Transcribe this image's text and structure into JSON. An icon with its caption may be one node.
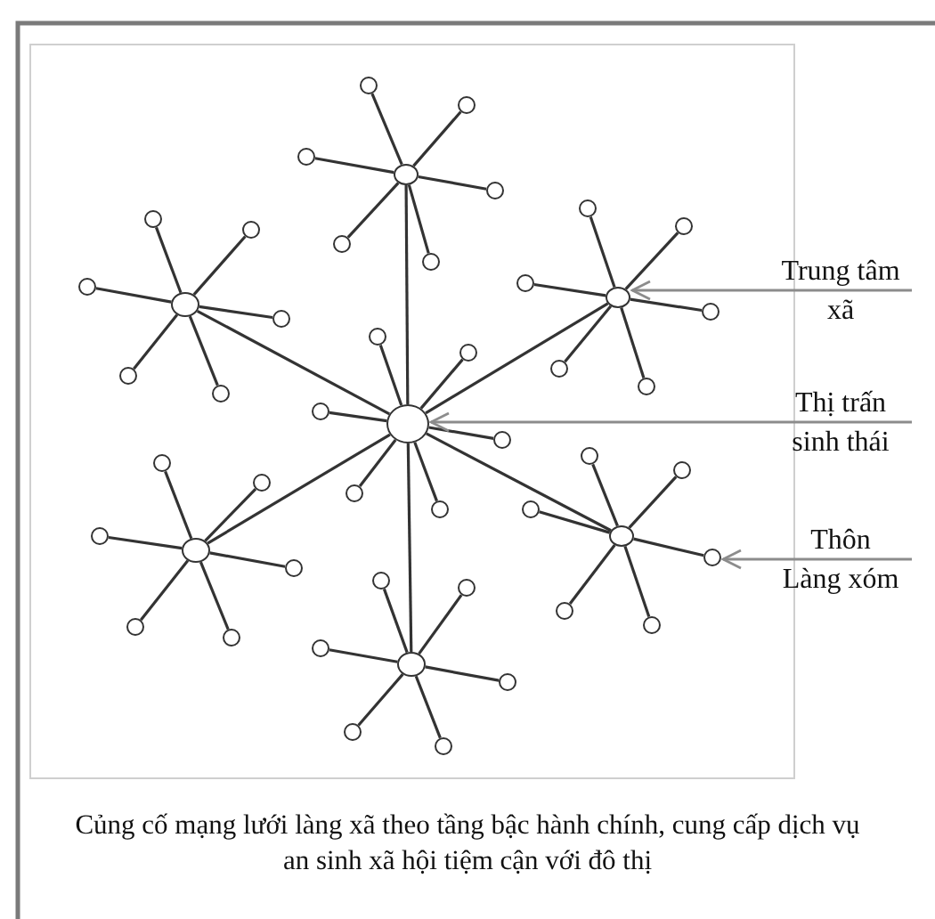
{
  "diagram": {
    "nodes": [
      {
        "text": [],
        "shape": "circle"
      },
      {
        "text": [],
        "shape": "circle"
      },
      {
        "text": [],
        "shape": "circle"
      },
      {
        "text": [],
        "shape": "circle"
      },
      {
        "text": [],
        "shape": "circle"
      },
      {
        "text": [],
        "shape": "circle"
      },
      {
        "text": [],
        "shape": "circle"
      },
      {
        "text": [],
        "shape": "circle"
      },
      {
        "text": [],
        "shape": "circle"
      },
      {
        "text": [],
        "shape": "circle"
      },
      {
        "text": [],
        "shape": "circle"
      },
      {
        "text": [],
        "shape": "circle"
      },
      {
        "text": [],
        "shape": "circle"
      },
      {
        "text": [],
        "shape": "circle"
      },
      {
        "text": [],
        "shape": "circle"
      },
      {
        "text": [],
        "shape": "circle"
      },
      {
        "text": [],
        "shape": "circle"
      },
      {
        "text": [],
        "shape": "circle"
      },
      {
        "text": [],
        "shape": "circle"
      },
      {
        "text": [],
        "shape": "circle"
      },
      {
        "text": [],
        "shape": "circle"
      },
      {
        "text": [],
        "shape": "circle"
      },
      {
        "text": [],
        "shape": "circle"
      },
      {
        "text": [],
        "shape": "circle"
      },
      {
        "text": [],
        "shape": "circle"
      },
      {
        "text": [],
        "shape": "circle"
      },
      {
        "text": [],
        "shape": "circle"
      },
      {
        "text": [],
        "shape": "circle"
      },
      {
        "text": [],
        "shape": "circle"
      },
      {
        "text": [],
        "shape": "circle"
      },
      {
        "text": [],
        "shape": "circle"
      },
      {
        "text": [],
        "shape": "circle"
      },
      {
        "text": [],
        "shape": "circle"
      },
      {
        "text": [],
        "shape": "circle"
      },
      {
        "text": [],
        "shape": "circle"
      },
      {
        "text": [],
        "shape": "circle"
      },
      {
        "text": [],
        "shape": "circle"
      },
      {
        "text": [],
        "shape": "circle"
      },
      {
        "text": [],
        "shape": "circle"
      },
      {
        "text": [],
        "shape": "circle"
      },
      {
        "text": [],
        "shape": "circle"
      },
      {
        "text": [],
        "shape": "circle"
      },
      {
        "text": [],
        "shape": "circle"
      },
      {
        "text": [],
        "shape": "circle"
      },
      {
        "text": [],
        "shape": "circle"
      },
      {
        "text": [],
        "shape": "circle"
      },
      {
        "text": [],
        "shape": "circle"
      },
      {
        "text": [],
        "shape": "circle"
      },
      {
        "text": [],
        "shape": "circle"
      },
      {
        "text": [
          "Trung tâm",
          "xã"
        ]
      },
      {
        "text": [
          "Thị trấn",
          "sinh thái"
        ]
      },
      {
        "text": [
          "Thôn",
          "Làng xóm"
        ]
      }
    ],
    "edges": [
      {
        "from": 0,
        "to": 1,
        "arrow": "none"
      },
      {
        "from": 0,
        "to": 2,
        "arrow": "none"
      },
      {
        "from": 0,
        "to": 3,
        "arrow": "none"
      },
      {
        "from": 0,
        "to": 4,
        "arrow": "none"
      },
      {
        "from": 0,
        "to": 5,
        "arrow": "none"
      },
      {
        "from": 0,
        "to": 6,
        "arrow": "none"
      },
      {
        "from": 1,
        "to": 7,
        "arrow": "none"
      },
      {
        "from": 1,
        "to": 8,
        "arrow": "none"
      },
      {
        "from": 1,
        "to": 9,
        "arrow": "none"
      },
      {
        "from": 1,
        "to": 10,
        "arrow": "none"
      },
      {
        "from": 1,
        "to": 11,
        "arrow": "none"
      },
      {
        "from": 1,
        "to": 12,
        "arrow": "none"
      },
      {
        "from": 2,
        "to": 13,
        "arrow": "none"
      },
      {
        "from": 2,
        "to": 14,
        "arrow": "none"
      },
      {
        "from": 2,
        "to": 15,
        "arrow": "none"
      },
      {
        "from": 2,
        "to": 16,
        "arrow": "none"
      },
      {
        "from": 2,
        "to": 17,
        "arrow": "none"
      },
      {
        "from": 2,
        "to": 18,
        "arrow": "none"
      },
      {
        "from": 3,
        "to": 19,
        "arrow": "none"
      },
      {
        "from": 3,
        "to": 20,
        "arrow": "none"
      },
      {
        "from": 3,
        "to": 21,
        "arrow": "none"
      },
      {
        "from": 3,
        "to": 22,
        "arrow": "none"
      },
      {
        "from": 3,
        "to": 23,
        "arrow": "none"
      },
      {
        "from": 3,
        "to": 24,
        "arrow": "none"
      },
      {
        "from": 0,
        "to": 25,
        "arrow": "none"
      },
      {
        "from": 0,
        "to": 26,
        "arrow": "none"
      },
      {
        "from": 0,
        "to": 27,
        "arrow": "none"
      },
      {
        "from": 0,
        "to": 28,
        "arrow": "none"
      },
      {
        "from": 0,
        "to": 29,
        "arrow": "none"
      },
      {
        "from": 0,
        "to": 30,
        "arrow": "none"
      },
      {
        "from": 4,
        "to": 31,
        "arrow": "none"
      },
      {
        "from": 4,
        "to": 32,
        "arrow": "none"
      },
      {
        "from": 4,
        "to": 33,
        "arrow": "none"
      },
      {
        "from": 4,
        "to": 34,
        "arrow": "none"
      },
      {
        "from": 4,
        "to": 35,
        "arrow": "none"
      },
      {
        "from": 4,
        "to": 36,
        "arrow": "none"
      },
      {
        "from": 6,
        "to": 37,
        "arrow": "none"
      },
      {
        "from": 6,
        "to": 38,
        "arrow": "none"
      },
      {
        "from": 6,
        "to": 39,
        "arrow": "none"
      },
      {
        "from": 6,
        "to": 40,
        "arrow": "none"
      },
      {
        "from": 6,
        "to": 41,
        "arrow": "none"
      },
      {
        "from": 6,
        "to": 42,
        "arrow": "none"
      },
      {
        "from": 5,
        "to": 43,
        "arrow": "none"
      },
      {
        "from": 5,
        "to": 44,
        "arrow": "none"
      },
      {
        "from": 5,
        "to": 45,
        "arrow": "none"
      },
      {
        "from": 5,
        "to": 46,
        "arrow": "none"
      },
      {
        "from": 5,
        "to": 47,
        "arrow": "none"
      },
      {
        "from": 5,
        "to": 48,
        "arrow": "none"
      },
      {
        "from": 49,
        "to": 3,
        "arrow": "to",
        "color": "#8c8c8c"
      },
      {
        "from": 50,
        "to": 0,
        "arrow": "to",
        "color": "#8c8c8c"
      },
      {
        "from": 51,
        "to": 40,
        "arrow": "to",
        "color": "#8c8c8c"
      }
    ],
    "caption": "Củng cố mạng lưới làng xã theo tầng bậc hành chính, cung cấp dịch vụ an sinh xã hội tiệm cận với đô thị"
  }
}
